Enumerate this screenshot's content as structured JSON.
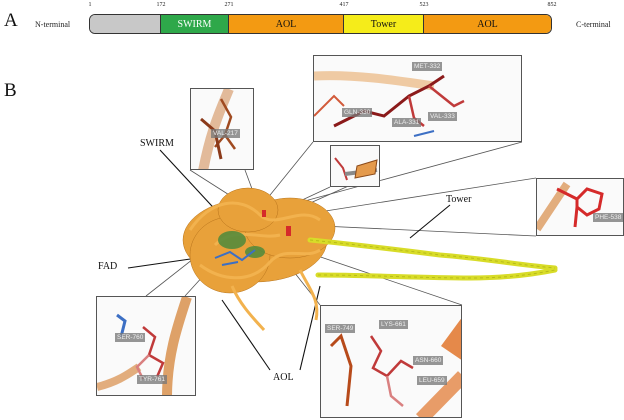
{
  "panel_a": {
    "label": "A",
    "n_terminal": "N-terminal",
    "c_terminal": "C-terminal",
    "ticks": [
      "1",
      "172",
      "271",
      "417",
      "523",
      "852"
    ],
    "domains": [
      {
        "name": "",
        "color": "#c8c8c8",
        "start": 1,
        "end": 172
      },
      {
        "name": "SWIRM",
        "color": "#2ea84a",
        "start": 172,
        "end": 271
      },
      {
        "name": "AOL",
        "color": "#f39a12",
        "start": 271,
        "end": 417
      },
      {
        "name": "Tower",
        "color": "#f5ec1a",
        "start": 417,
        "end": 523
      },
      {
        "name": "AOL",
        "color": "#f39a12",
        "start": 523,
        "end": 852
      }
    ]
  },
  "panel_b": {
    "label": "B",
    "labels": {
      "swirm": "SWIRM",
      "tower": "Tower",
      "fad": "FAD",
      "aol": "AOL"
    },
    "insets": {
      "val217": [
        "VAL-217"
      ],
      "top": [
        "MET-332",
        "GLN-330",
        "ALA-331",
        "VAL-333"
      ],
      "phe": [
        "PHE-538"
      ],
      "ser760": [
        "SER-760",
        "TYR-761"
      ],
      "bottom": [
        "SER-749",
        "LYS-661",
        "ASN-660",
        "LEU-659"
      ]
    }
  }
}
